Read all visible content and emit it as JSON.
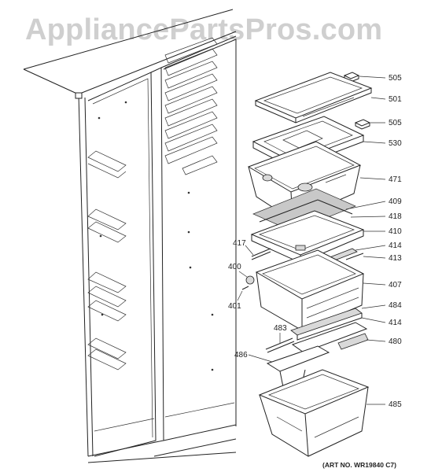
{
  "watermark": "AppliancePartsPros.com",
  "art_number": "(ART NO. WR19840 C7)",
  "callouts": [
    {
      "id": "505",
      "label": "505"
    },
    {
      "id": "501",
      "label": "501"
    },
    {
      "id": "505b",
      "label": "505"
    },
    {
      "id": "530",
      "label": "530"
    },
    {
      "id": "471",
      "label": "471"
    },
    {
      "id": "409",
      "label": "409"
    },
    {
      "id": "418",
      "label": "418"
    },
    {
      "id": "410",
      "label": "410"
    },
    {
      "id": "417",
      "label": "417"
    },
    {
      "id": "414",
      "label": "414"
    },
    {
      "id": "413",
      "label": "413"
    },
    {
      "id": "400",
      "label": "400"
    },
    {
      "id": "407",
      "label": "407"
    },
    {
      "id": "401",
      "label": "401"
    },
    {
      "id": "484",
      "label": "484"
    },
    {
      "id": "483",
      "label": "483"
    },
    {
      "id": "414b",
      "label": "414"
    },
    {
      "id": "480",
      "label": "480"
    },
    {
      "id": "486",
      "label": "486"
    },
    {
      "id": "485",
      "label": "485"
    }
  ]
}
